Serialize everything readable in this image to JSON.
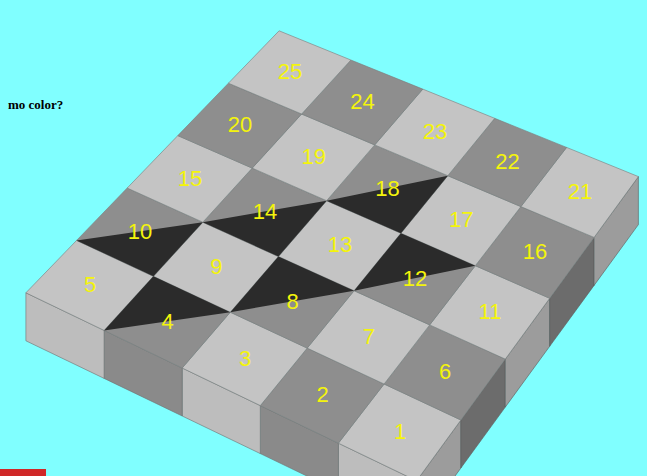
{
  "diagram": {
    "labels": [
      "mo color?",
      "25",
      "24",
      "20",
      "19",
      "23",
      "15",
      "22",
      "18",
      "14",
      "10",
      "21",
      "17",
      "13",
      "9",
      "16",
      "12",
      "5",
      "8",
      "11",
      "4",
      "7",
      "3",
      "6",
      "2",
      "1"
    ]
  }
}
